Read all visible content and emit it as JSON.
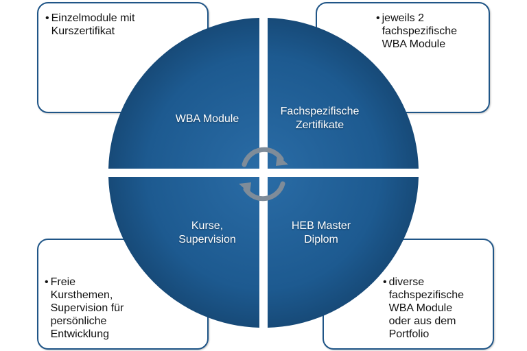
{
  "quadrants": {
    "top_left": "WBA Module",
    "top_right_line1": "Fachspezifische",
    "top_right_line2": "Zertifikate",
    "bottom_left_line1": "Kurse,",
    "bottom_left_line2": "Supervision",
    "bottom_right_line1": "HEB Master",
    "bottom_right_line2": "Diplom"
  },
  "boxes": {
    "top_left": [
      "Einzelmodule mit",
      "Kurszertifikat"
    ],
    "top_right": [
      "jeweils 2",
      "fachspezifische",
      "WBA Module"
    ],
    "bottom_left": [
      "Freie",
      "Kursthemen,",
      "Supervision für",
      "persönliche",
      "Entwicklung"
    ],
    "bottom_right": [
      "diverse",
      "fachspezifische",
      "WBA Module",
      "oder aus dem",
      "Portfolio"
    ],
    "bullet": "•"
  },
  "colors": {
    "quadrant_fill": "#1d5a90",
    "box_border": "#1f5587",
    "cycle_arrows": "#7f8c99"
  }
}
